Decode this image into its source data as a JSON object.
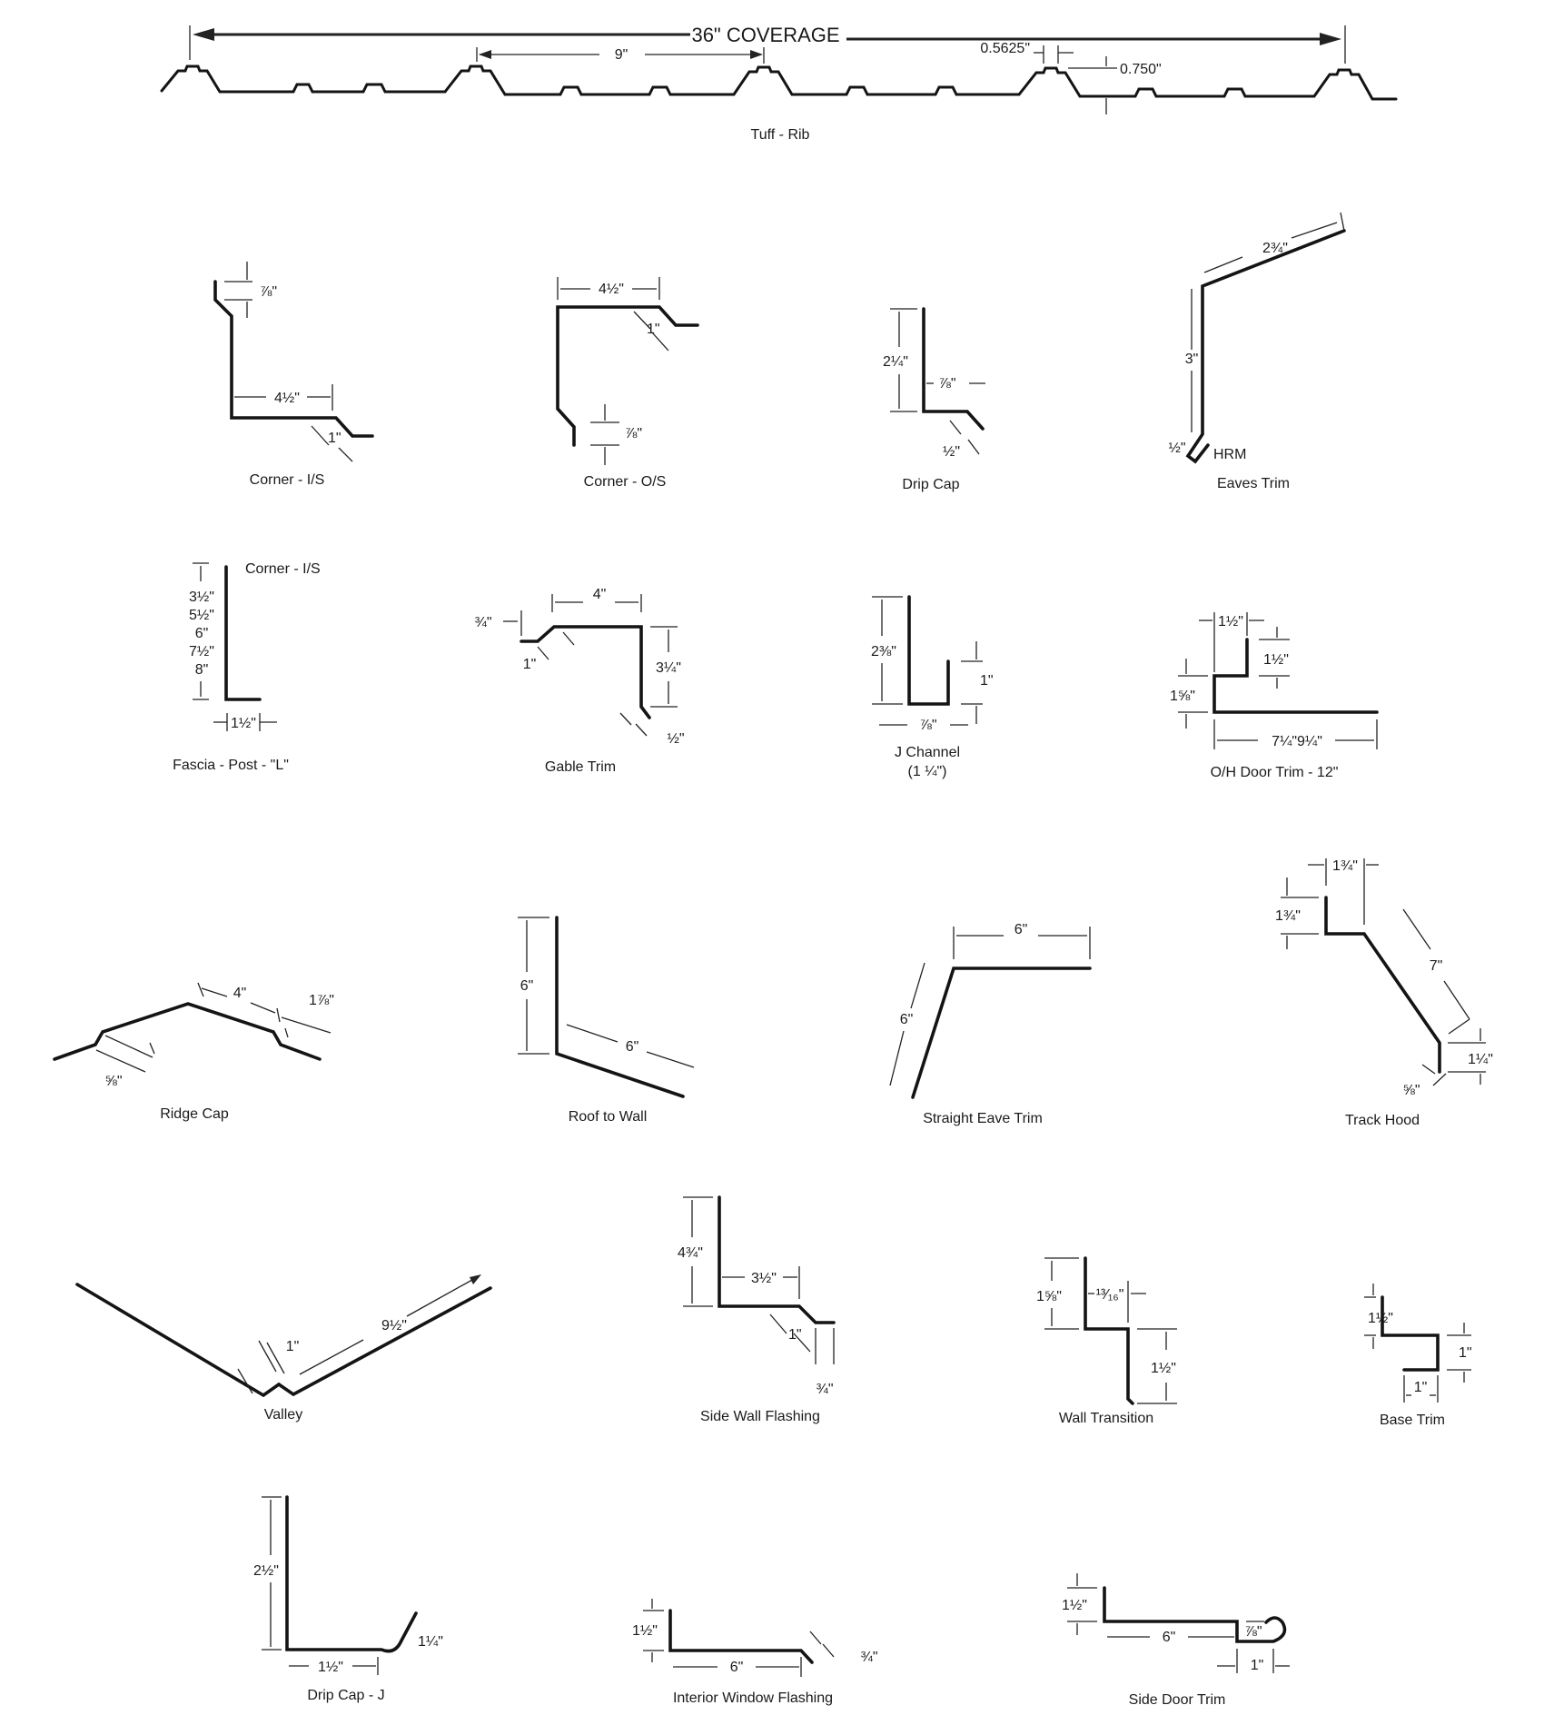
{
  "header": {
    "coverage_label": "36\" COVERAGE",
    "rib_spacing": "9\"",
    "rib_top": "0.5625\"",
    "rib_height": "0.750\"",
    "panel_name": "Tuff - Rib"
  },
  "profiles": {
    "corner_is": {
      "name": "Corner - I/S",
      "dims": [
        "⅞\"",
        "4½\"",
        "1\""
      ]
    },
    "corner_os": {
      "name": "Corner - O/S",
      "dims": [
        "4½\"",
        "1\"",
        "⅞\""
      ]
    },
    "drip_cap": {
      "name": "Drip Cap",
      "dims": [
        "2¼\"",
        "⅞\"",
        "½\""
      ]
    },
    "eaves_trim": {
      "name": "Eaves Trim",
      "dims": [
        "2¾\"",
        "3\"",
        "½\"",
        "HRM"
      ]
    },
    "fascia_post_l": {
      "name": "Fascia - Post - \"L\"",
      "note": "Corner - I/S",
      "dims": [
        "3½\"",
        "5½\"",
        "6\"",
        "7½\"",
        "8\"",
        "1½\""
      ]
    },
    "gable_trim": {
      "name": "Gable Trim",
      "dims": [
        "¾\"",
        "4\"",
        "1\"",
        "3¼\"",
        "½\""
      ]
    },
    "j_channel": {
      "name": "J Channel",
      "subtitle": "(1 ¼\")",
      "dims": [
        "2⅜\"",
        "1\"",
        "⅞\""
      ]
    },
    "oh_door_trim": {
      "name": "O/H Door Trim - 12\"",
      "dims": [
        "1½\"",
        "1½\"",
        "1⅝\"",
        "7¼\"9¼\""
      ]
    },
    "ridge_cap": {
      "name": "Ridge Cap",
      "dims": [
        "4\"",
        "1⅞\"",
        "⅝\""
      ]
    },
    "roof_to_wall": {
      "name": "Roof to Wall",
      "dims": [
        "6\"",
        "6\""
      ]
    },
    "straight_eave_trim": {
      "name": "Straight Eave Trim",
      "dims": [
        "6\"",
        "6\""
      ]
    },
    "track_hood": {
      "name": "Track Hood",
      "dims": [
        "1¾\"",
        "1¾\"",
        "7\"",
        "1¼\"",
        "⅝\""
      ]
    },
    "valley": {
      "name": "Valley",
      "dims": [
        "1\"",
        "9½\""
      ]
    },
    "side_wall_flashing": {
      "name": "Side Wall Flashing",
      "dims": [
        "4¾\"",
        "3½\"",
        "1\"",
        "¾\""
      ]
    },
    "wall_transition": {
      "name": "Wall Transition",
      "dims": [
        "1⅝\"",
        "¹³⁄₁₆\"",
        "1½\""
      ]
    },
    "base_trim": {
      "name": "Base Trim",
      "dims": [
        "1½\"",
        "1\"",
        "1\""
      ]
    },
    "drip_cap_j": {
      "name": "Drip Cap - J",
      "dims": [
        "2½\"",
        "1½\"",
        "1¼\""
      ]
    },
    "interior_window_flashing": {
      "name": "Interior Window Flashing",
      "dims": [
        "1½\"",
        "6\"",
        "¾\""
      ]
    },
    "side_door_trim": {
      "name": "Side Door Trim",
      "dims": [
        "1½\"",
        "6\"",
        "⅞\"",
        "1\""
      ]
    }
  },
  "colors": {
    "line": "#141414",
    "background": "#ffffff"
  }
}
